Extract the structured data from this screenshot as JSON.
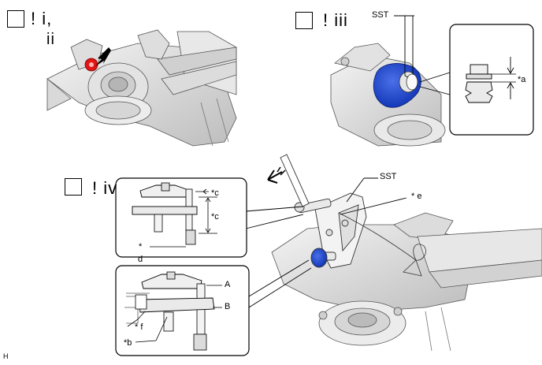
{
  "panels": {
    "p1": {
      "step_line1": "! i,",
      "step_line2": "ii"
    },
    "p2": {
      "step": "! iii",
      "sst_label": "SST",
      "callout_label": "*a"
    },
    "p3": {
      "step": "! iv",
      "sst_label": "SST",
      "label_e": "* e",
      "upper_inset": {
        "label_c1": "*c",
        "label_c2": "*c",
        "label_d_star": "*",
        "label_d": "d"
      },
      "lower_inset": {
        "label_A": "A",
        "label_B": "B",
        "label_f": "* f",
        "label_b": "*b"
      }
    }
  },
  "footer": {
    "code": "H"
  }
}
